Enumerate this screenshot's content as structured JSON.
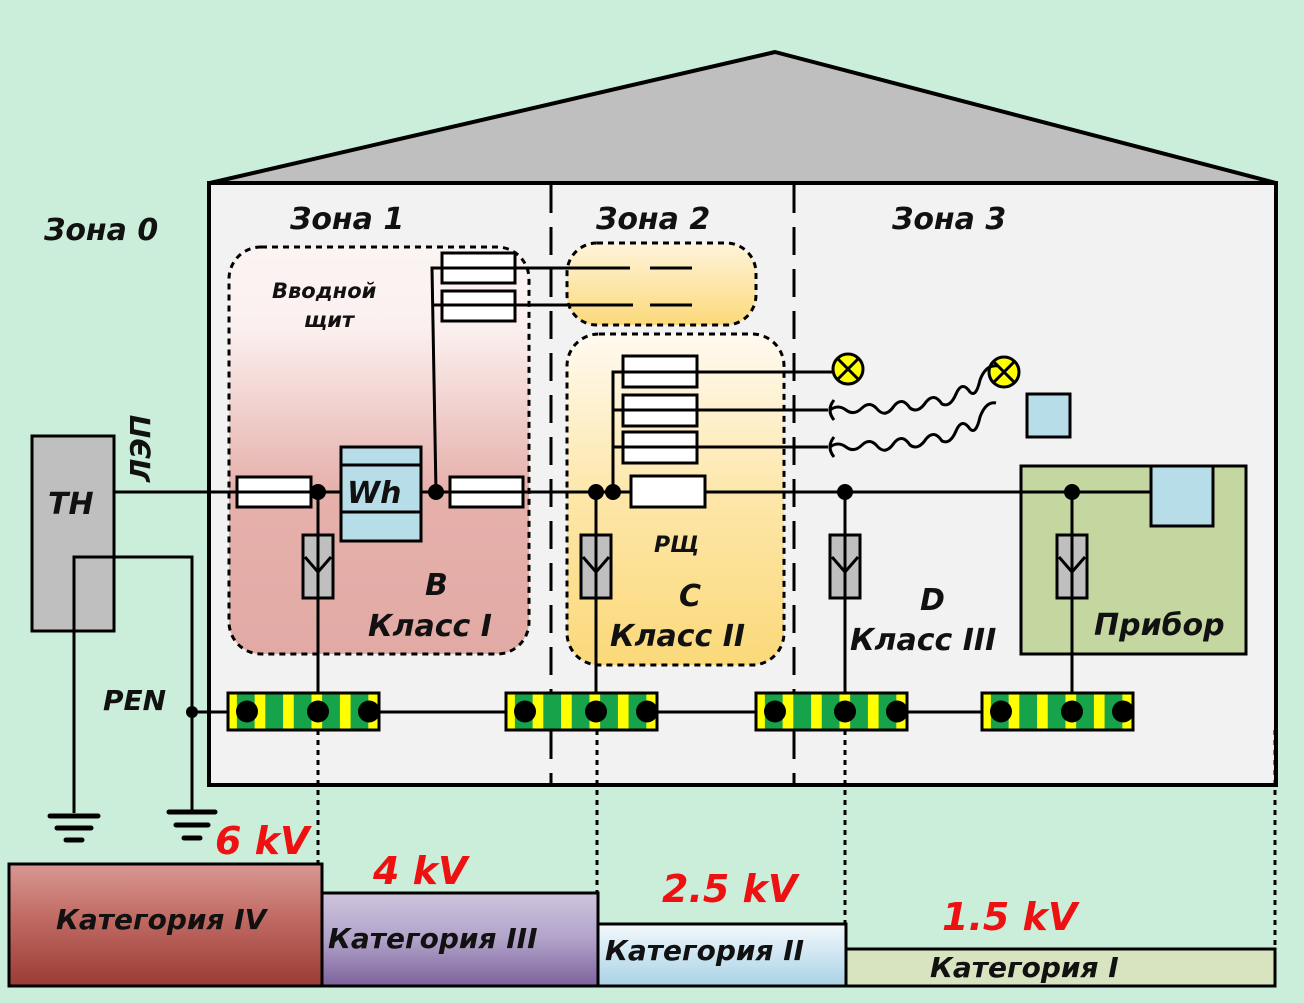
{
  "zones": {
    "zone0": "Зона 0",
    "zone1": "Зона 1",
    "zone2": "Зона 2",
    "zone3": "Зона 3"
  },
  "components": {
    "transformer": "ТН",
    "power_line": "ЛЭП",
    "main_panel": "Вводной щит",
    "main_panel_line1": "Вводной",
    "main_panel_line2": "щит",
    "meter": "Wh",
    "distribution_panel": "РЩ",
    "device": "Прибор",
    "pen": "PEN"
  },
  "classes": [
    {
      "letter": "B",
      "label": "Класс I"
    },
    {
      "letter": "C",
      "label": "Класс II"
    },
    {
      "letter": "D",
      "label": "Класс III"
    }
  ],
  "categories": [
    {
      "label": "Категория IV",
      "voltage": "6 kV",
      "color_top": "#d99792",
      "color_bottom": "#9b3b35"
    },
    {
      "label": "Категория III",
      "voltage": "4 kV",
      "color_top": "#c9bedb",
      "color_bottom": "#7d629c"
    },
    {
      "label": "Категория II",
      "voltage": "2.5 kV",
      "color_top": "#eef6fb",
      "color_bottom": "#a9d2e6"
    },
    {
      "label": "Категория I",
      "voltage": "1.5 kV",
      "color_top": "#d8e4c0",
      "color_bottom": "#d8e4c0"
    }
  ],
  "colors": {
    "background": "#cbeedb",
    "roof": "#bfbfbf",
    "house": "#f2f2f2",
    "zone1_fill": "#e8b1ad",
    "zone2_fill": "#fcd97a",
    "meter_fill": "#b7dde8",
    "device_fill": "#c4d7a0",
    "voltage_text": "#ee1111",
    "pe_green": "#17a34a",
    "pe_yellow": "#ffff00"
  }
}
